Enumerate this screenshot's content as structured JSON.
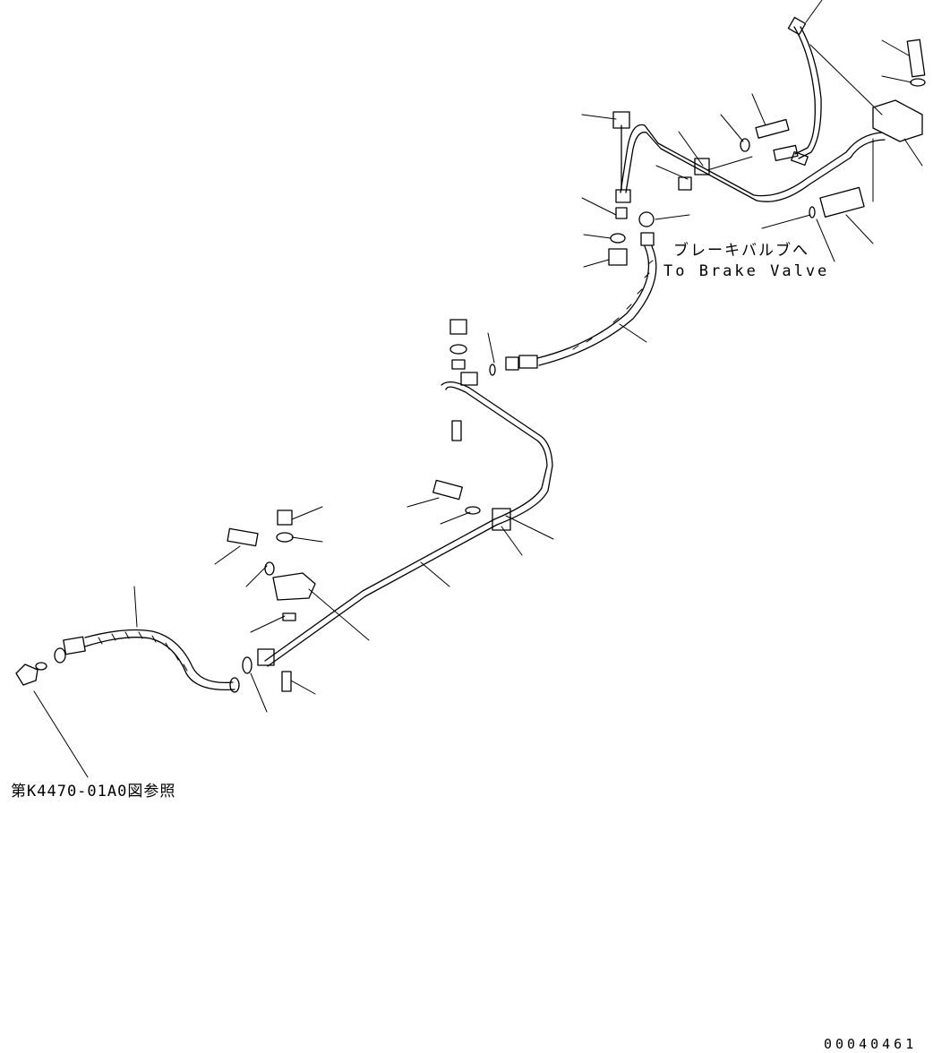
{
  "annotations": {
    "brake_valve_jp": "ブレーキバルブへ",
    "brake_valve_en": "To Brake Valve",
    "reference": "第K4470-01A0図参照"
  },
  "drawing_code": "00040461"
}
